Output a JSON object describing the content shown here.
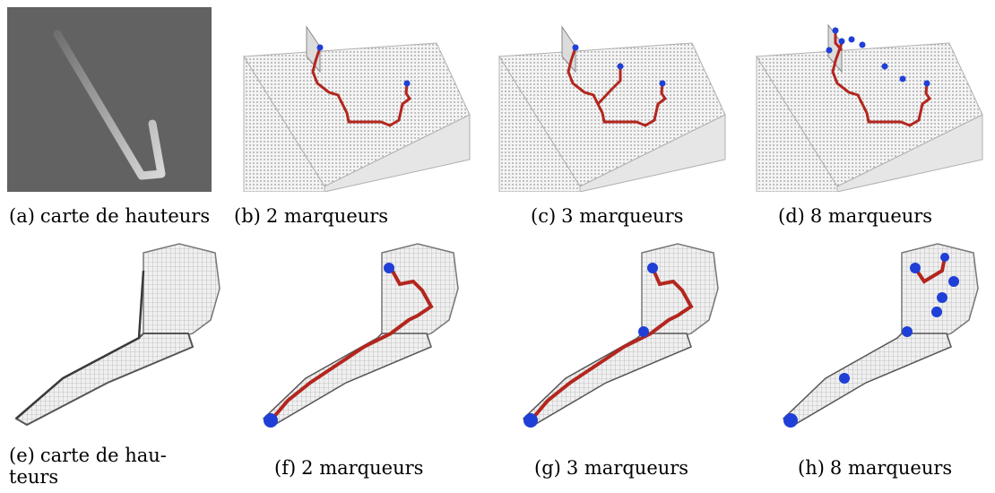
{
  "figure": {
    "panels": [
      {
        "id": "a",
        "label": "(a)",
        "caption": "carte de hauteurs"
      },
      {
        "id": "b",
        "label": "(b)",
        "caption": "2 marqueurs"
      },
      {
        "id": "c",
        "label": "(c)",
        "caption": "3 marqueurs"
      },
      {
        "id": "d",
        "label": "(d)",
        "caption": "8 marqueurs"
      },
      {
        "id": "e",
        "label": "(e)",
        "caption_line1": "carte de hau-",
        "caption_line2": "teurs"
      },
      {
        "id": "f",
        "label": "(f)",
        "caption": "2 marqueurs"
      },
      {
        "id": "g",
        "label": "(g)",
        "caption": "3 marqueurs"
      },
      {
        "id": "h",
        "label": "(h)",
        "caption": "8 marqueurs"
      }
    ]
  },
  "colors": {
    "heightmap_bg": "#626262",
    "stroke_dark": "#8f8f8f",
    "stroke_light": "#cfcfcf",
    "voxel_grid": "#9a9a9a",
    "voxel_face": "#eeeeee",
    "path": "#b3261e",
    "marker": "#1f3fd6"
  }
}
